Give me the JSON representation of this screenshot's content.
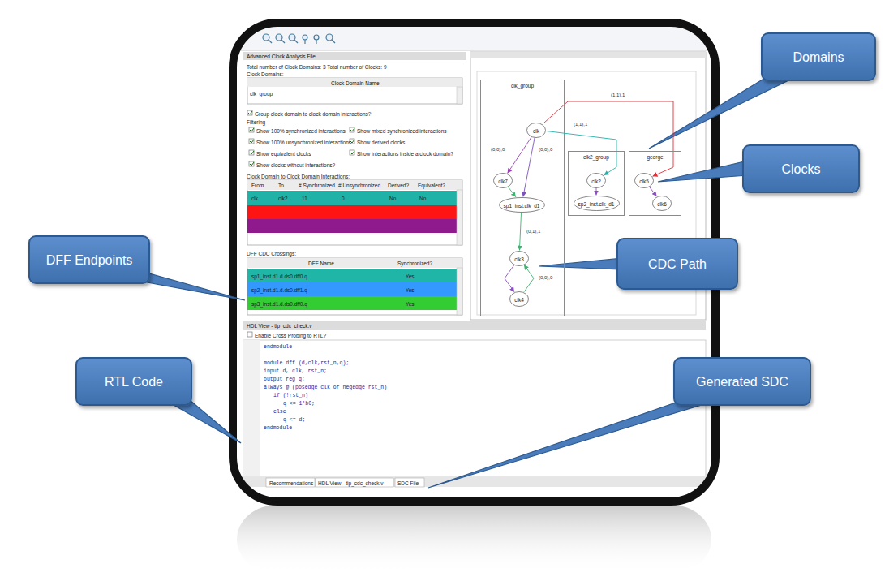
{
  "diagram": {
    "nodes": [
      {
        "text": [
          "clk_group"
        ]
      },
      {
        "text": [
          "clk"
        ],
        "in": 0
      },
      {
        "text": [
          "clk7"
        ],
        "in": 0
      },
      {
        "text": [
          "sp1_inst.clk_d1"
        ],
        "in": 0
      },
      {
        "text": [
          "clk3"
        ],
        "in": 0
      },
      {
        "text": [
          "clk4"
        ],
        "in": 0
      },
      {
        "text": [
          "clk2_group"
        ]
      },
      {
        "text": [
          "clk2"
        ],
        "in": 6
      },
      {
        "text": [
          "sp2_inst.clk_d1"
        ],
        "in": 6
      },
      {
        "text": [
          "george"
        ]
      },
      {
        "text": [
          "clk5"
        ],
        "in": 9
      },
      {
        "text": [
          "clk6"
        ],
        "in": 9
      },
      {
        "text": [
          "Domains"
        ]
      },
      {
        "text": [
          "Clocks"
        ]
      },
      {
        "text": [
          "DFF Endpoints"
        ]
      },
      {
        "text": [
          "CDC Path"
        ]
      },
      {
        "text": [
          "RTL Code"
        ]
      },
      {
        "text": [
          "Generated SDC"
        ]
      }
    ],
    "edges": [
      {
        "from": 1,
        "to": 2,
        "arrow": "to",
        "label": "(0,0),0"
      },
      {
        "from": 1,
        "to": 3,
        "arrow": "to",
        "label": "(0,0),0"
      },
      {
        "from": 2,
        "to": 3,
        "arrow": "to"
      },
      {
        "from": 1,
        "to": 7,
        "arrow": "to",
        "label": "(1,1),1"
      },
      {
        "from": 1,
        "to": 10,
        "arrow": "to",
        "label": "(1,1),1"
      },
      {
        "from": 3,
        "to": 4,
        "arrow": "to",
        "label": "(0,1),1"
      },
      {
        "from": 7,
        "to": 8,
        "arrow": "to"
      },
      {
        "from": 10,
        "to": 11,
        "arrow": "to"
      },
      {
        "from": 4,
        "to": 5,
        "arrow": "to"
      },
      {
        "from": 5,
        "to": 4,
        "arrow": "to",
        "label": "(0,0),0"
      }
    ],
    "labels": [
      "Advanced Clock Analysis File",
      "Total number of Clock Domains: 3 Total number of Clocks: 9",
      "Clock Domains:",
      "Clock Domain Name",
      "clk_group",
      "Group clock domain to clock domain interactions?",
      "Filtering",
      "Show 100% synchronized interactions",
      "Show mixed synchronized interactions",
      "Show 100% unsynchronized interactions",
      "Show derived clocks",
      "Show equivalent clocks",
      "Show interactions inside a clock domain?",
      "Show clocks without interactions?",
      "Clock Domain to Clock Domain Interactions:",
      "From",
      "To",
      "# Synchronized",
      "# Unsynchronized",
      "Derived?",
      "Equivalent?",
      "clk",
      "clk2",
      "11",
      "0",
      "No",
      "No",
      "DFF CDC Crossings:",
      "DFF Name",
      "Synchronized?",
      "sp1_inst.d1.d.ds0.dff0.q",
      "Yes",
      "sp2_inst.d1.d.ds0.dff1.q",
      "Yes",
      "sp3_inst.d1.d.ds0.dff0.q",
      "Yes",
      "HDL View - tip_cdc_check.v",
      "Enable Cross Probing to RTL?",
      "endmodule",
      "module dff (d,clk,rst_n,q);",
      "input d, clk, rst_n;",
      "output reg q;",
      "always @ (posedge clk or negedge rst_n)",
      "if (!rst_n)",
      "q <= 1'b0;",
      "else",
      "q <= d;",
      "endmodule",
      "Recommendations",
      "HDL View - tip_cdc_check.v",
      "SDC File"
    ]
  }
}
